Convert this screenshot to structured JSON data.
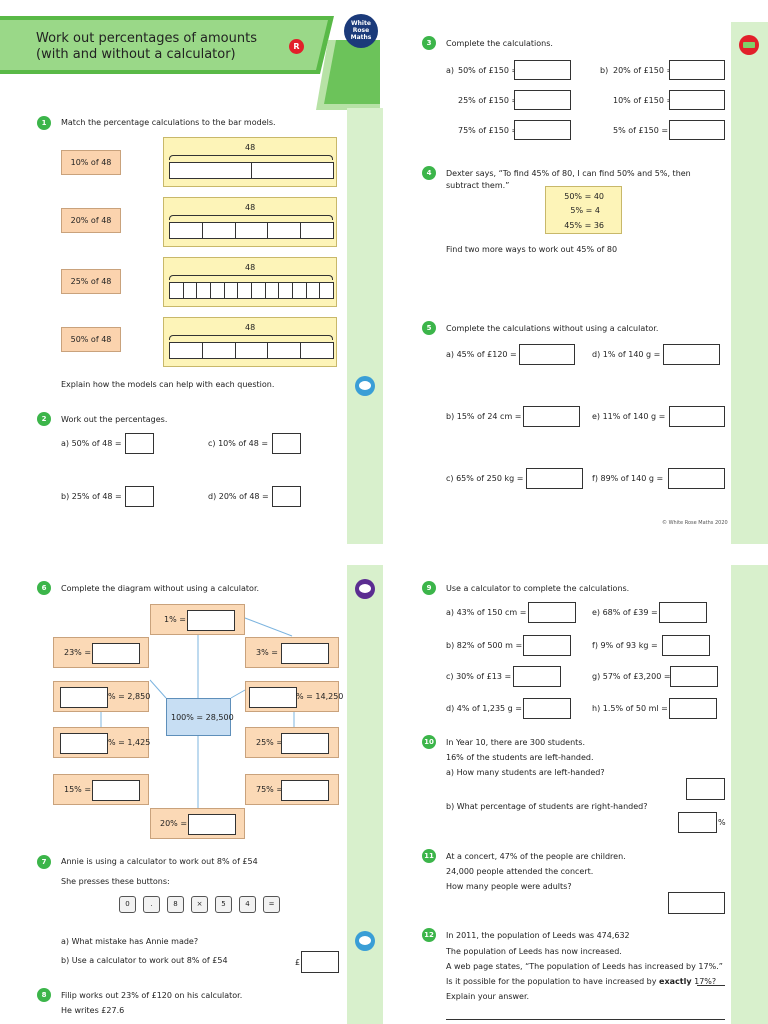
{
  "header": {
    "title_line1": "Work out percentages of amounts",
    "title_line2": "(with and without a calculator)",
    "badge": "R",
    "logo_line1": "White",
    "logo_line2": "Rose",
    "logo_line3": "Maths"
  },
  "q1": {
    "num": "1",
    "text": "Match the percentage calculations to the bar models.",
    "labels": [
      "10% of 48",
      "20% of 48",
      "25% of 48",
      "50% of 48"
    ],
    "bar_total": "48",
    "segments": [
      2,
      5,
      12,
      5
    ],
    "explain": "Explain how the models can help with each question."
  },
  "q2": {
    "num": "2",
    "text": "Work out the percentages.",
    "a": "a)  50% of 48 =",
    "b": "b)  25% of 48 =",
    "c": "c)  10% of 48 =",
    "d": "d)  20% of 48 ="
  },
  "q3": {
    "num": "3",
    "text": "Complete the calculations.",
    "a1": "50% of £150 =",
    "a1_label": "a)",
    "a2": "25% of £150 =",
    "a3": "75% of £150 =",
    "b1": "20% of £150 =",
    "b1_label": "b)",
    "b2": "10% of £150 =",
    "b3": "5% of £150 ="
  },
  "q4": {
    "num": "4",
    "text1": "Dexter says, “To find 45% of 80, I can find 50% and 5%, then",
    "text2": "subtract them.”",
    "l1": "50% = 40",
    "l2": "5% = 4",
    "l3": "45% = 36",
    "task": "Find two more ways to work out 45% of 80"
  },
  "q5": {
    "num": "5",
    "text": "Complete the calculations without using a calculator.",
    "a": "a)  45% of £120 =",
    "b": "b)  15% of 24 cm =",
    "c": "c)  65% of 250 kg =",
    "d": "d)  1% of 140 g =",
    "e": "e)  11% of 140 g =",
    "f": "f)  89% of 140 g ="
  },
  "copyright": "© White Rose Maths 2020",
  "q6": {
    "num": "6",
    "text": "Complete the diagram without using a calculator.",
    "center": "100% = 28,500",
    "top": "1% =",
    "tl": "23% =",
    "tr": "3% =",
    "ml1": "% = 2,850",
    "mr1": "% = 14,250",
    "ml2": "% = 1,425",
    "mr2": "25% =",
    "bl": "15% =",
    "br": "75% =",
    "bottom": "20% ="
  },
  "q7": {
    "num": "7",
    "text1": "Annie is using a calculator to work out 8% of £54",
    "text2": "She presses these buttons:",
    "buttons": [
      "0",
      ".",
      "8",
      "×",
      "5",
      "4",
      "="
    ],
    "a": "a)  What mistake has Annie made?",
    "b": "b)  Use a calculator to work out 8% of £54",
    "currency": "£"
  },
  "q8": {
    "num": "8",
    "text1": "Filip works out 23% of £120 on his calculator.",
    "text2": "He writes £27.6"
  },
  "q9": {
    "num": "9",
    "text": "Use a calculator to complete the calculations.",
    "a": "a)  43% of 150 cm =",
    "b": "b)  82% of 500 m =",
    "c": "c)  30% of £13 =",
    "d": "d)  4% of 1,235 g =",
    "e": "e)  68% of £39 =",
    "f": "f)  9% of 93 kg =",
    "g": "g)  57% of £3,200 =",
    "h": "h)  1.5% of 50 ml ="
  },
  "q10": {
    "num": "10",
    "text1": "In Year 10, there are 300 students.",
    "text2": "16% of the students are left-handed.",
    "a": "a)  How many students are left-handed?",
    "b": "b)  What percentage of students are right-handed?",
    "unit": "%"
  },
  "q11": {
    "num": "11",
    "text1": "At a concert, 47% of the people are children.",
    "text2": "24,000 people attended the concert.",
    "text3": "How many people were adults?"
  },
  "q12": {
    "num": "12",
    "text1": "In 2011, the population of Leeds was 474,632",
    "text2": "The population of Leeds has now increased.",
    "text3": "A web page states, “The population of Leeds has increased by 17%.”",
    "text4a": "Is it possible for the population to have increased by ",
    "text4b": "exactly",
    "text4c": " 17%?",
    "text5": "Explain your answer."
  },
  "colors": {
    "green": "#3cb54a",
    "header_green": "#8fd07a",
    "side_green": "#d8f0cc",
    "orange": "#fbd3ae",
    "yellow": "#fdf4b8",
    "blue": "#c7def3",
    "badge_red": "#e2202a"
  }
}
